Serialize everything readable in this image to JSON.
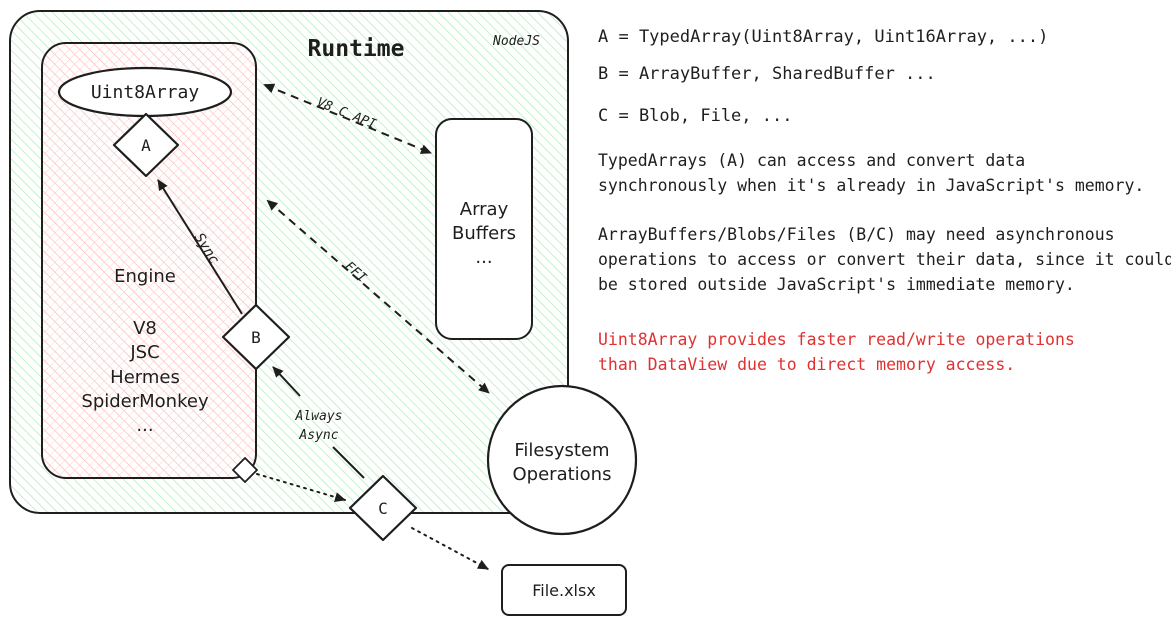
{
  "runtime": {
    "title": "Runtime",
    "tag": "NodeJS"
  },
  "engine": {
    "label": "Engine",
    "list": [
      "V8",
      "JSC",
      "Hermes",
      "SpiderMonkey",
      "..."
    ]
  },
  "nodes": {
    "uint8array": "Uint8Array",
    "a": "A",
    "b": "B",
    "c": "C",
    "array_buffers": [
      "Array",
      "Buffers",
      "..."
    ],
    "filesystem": [
      "Filesystem",
      "Operations"
    ],
    "file": "File.xlsx"
  },
  "edges": {
    "v8_c_api": "V8 C API",
    "ffi": "FFI",
    "sync": "Sync",
    "always_async": [
      "Always",
      "Async"
    ]
  },
  "legend": {
    "a": "A = TypedArray(Uint8Array, Uint16Array, ...)",
    "b": "B = ArrayBuffer, SharedBuffer ...",
    "c": "C = Blob, File, ..."
  },
  "notes": {
    "typedarrays": [
      "TypedArrays (A) can access and convert data",
      "synchronously when it's already in JavaScript's memory."
    ],
    "buffers": [
      "ArrayBuffers/Blobs/Files (B/C) may need asynchronous",
      "operations to access or convert their data, since it could",
      "be stored outside JavaScript's immediate memory."
    ],
    "highlight": [
      "Uint8Array provides faster read/write operations",
      "than DataView due to direct memory access."
    ]
  },
  "colors": {
    "ink": "#1e1e1e",
    "runtime_hatch": "#b2f2bb",
    "engine_hatch": "#ffc9c9",
    "highlight": "#e03131"
  }
}
